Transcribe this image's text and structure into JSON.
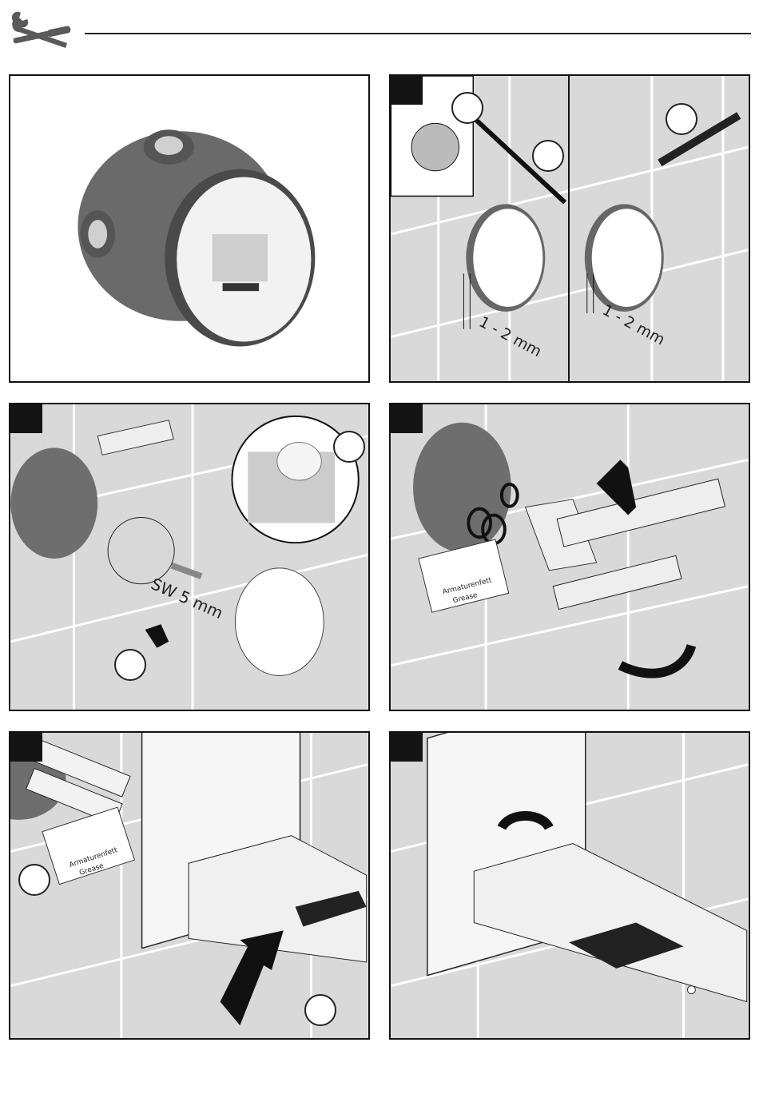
{
  "header": {
    "icon": "wrench-screwdriver-icon"
  },
  "panels": [
    {
      "id": "panel-1",
      "content": "rough-in-body-illustration"
    },
    {
      "id": "panel-2",
      "dimension_left": "1 - 2 mm",
      "dimension_right": "1 - 2 mm"
    },
    {
      "id": "panel-3",
      "wrench_size": "SW 5 mm"
    },
    {
      "id": "panel-4",
      "grease_label_line1": "Armaturenfett",
      "grease_label_line2": "Grease"
    },
    {
      "id": "panel-5",
      "grease_label_line1": "Armaturenfett",
      "grease_label_line2": "Grease"
    },
    {
      "id": "panel-6",
      "content": "tighten-set-screws-illustration"
    }
  ],
  "colors": {
    "tile": "#d9d9d9",
    "grout": "#ffffff",
    "ink": "#141414",
    "dark_part": "#6e6e6e"
  }
}
